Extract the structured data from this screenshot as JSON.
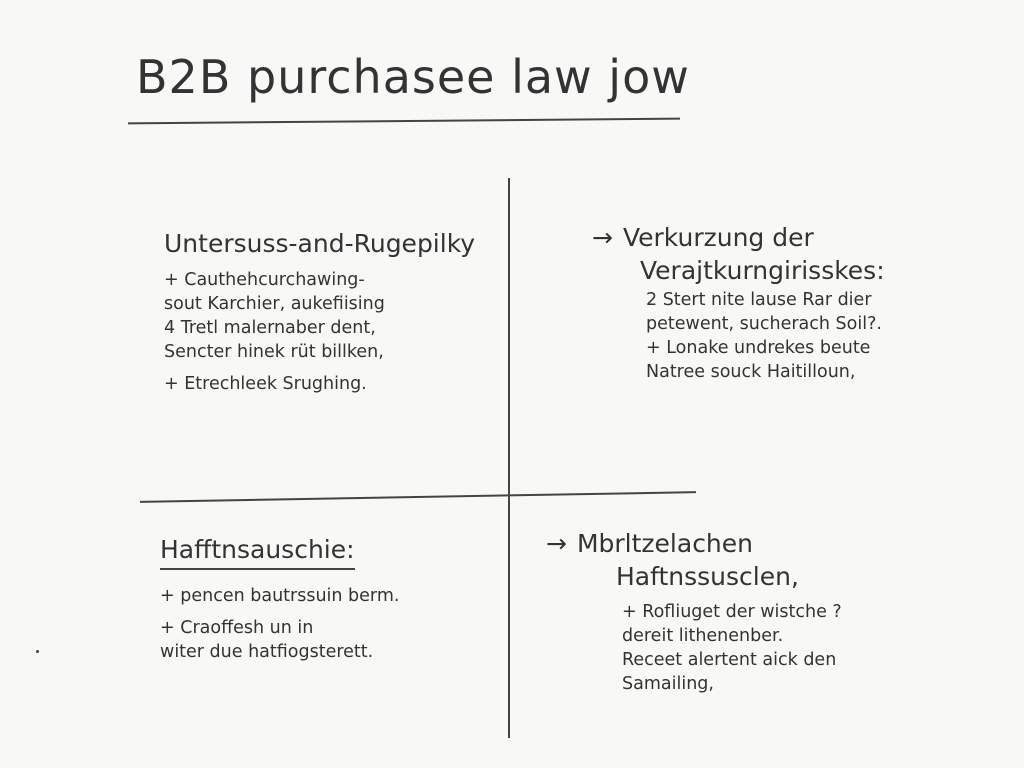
{
  "title": "B2B purchasee law jow",
  "sections": [
    {
      "heading": "Untersuss-and-Rugepilky",
      "lines": [
        "+ Cauthehcurchawing-",
        "sout Karchier, aukefiising",
        "4 Tretl malernaber dent,",
        "Sencter hinek rüt billken,",
        "+ Etrechleek Srughing."
      ]
    },
    {
      "arrow": "→",
      "heading": "Verkurzung der",
      "heading2": "Verajtkurngirisskes:",
      "lines": [
        "2 Stert nite lause Rar dier",
        "petewent, sucherach Soil?.",
        "+ Lonake undrekes beute",
        "Natree souck Haitilloun,"
      ]
    },
    {
      "heading": "Hafftnsauschie:",
      "lines": [
        "+ pencen bautrssuin berm.",
        "+ Craoffesh un in",
        "witer due hatfiogsterett."
      ]
    },
    {
      "arrow": "→",
      "heading": "Mbrltzelachen",
      "heading2": "Haftnssusclen,",
      "lines": [
        "+ Rofliuget der wistche ?",
        "dereit lithenenber.",
        "Receet alertent aick den",
        "Samailing,"
      ]
    }
  ]
}
